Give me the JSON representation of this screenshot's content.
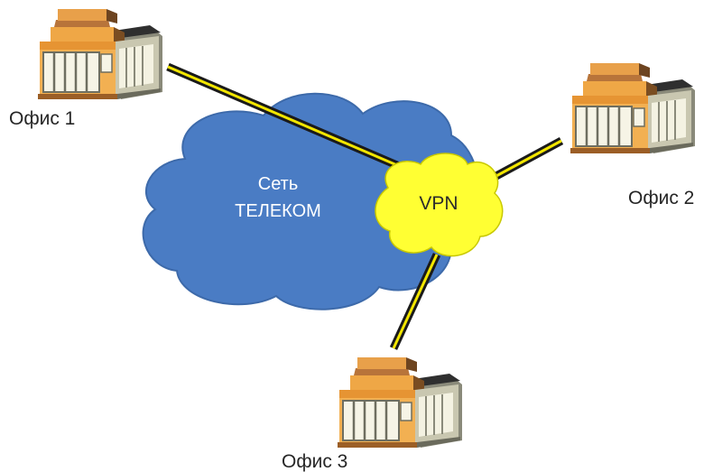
{
  "diagram": {
    "cloud": {
      "line1": "Сеть",
      "line2": "ТЕЛЕКОМ",
      "color": "#4a7cc4"
    },
    "vpn": {
      "label": "VPN",
      "color": "#ffff33"
    },
    "offices": [
      {
        "label": "Офис 1"
      },
      {
        "label": "Офис 2"
      },
      {
        "label": "Офис 3"
      }
    ],
    "link_colors": {
      "outer": "#1a1a1a",
      "inner": "#f2e600"
    }
  }
}
